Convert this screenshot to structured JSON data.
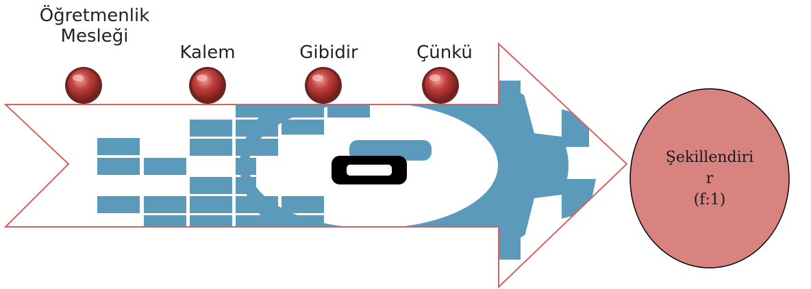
{
  "labels": [
    {
      "line1": "Öğretmenlik",
      "line2": "Mesleği"
    },
    {
      "line1": "Kalem"
    },
    {
      "line1": "Gibidir"
    },
    {
      "line1": "Çünkü"
    }
  ],
  "result": {
    "line1": "Şekillendiri",
    "line2": "r",
    "line3": "(f:1)"
  },
  "colors": {
    "arrow_outline": "#d9605e",
    "gear": "#5b9aba",
    "bead": "#c0403c",
    "circle_fill": "#d98381",
    "circle_stroke": "#000000",
    "center_mark": "#000000"
  }
}
